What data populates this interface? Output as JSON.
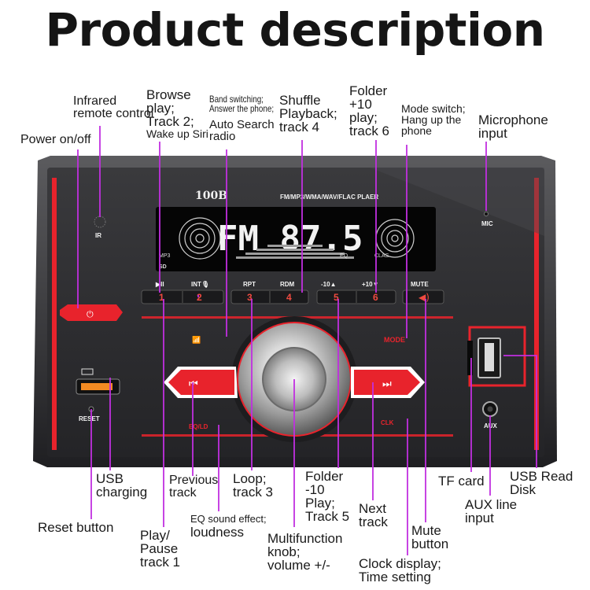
{
  "title": "Product description",
  "device": {
    "model": "100B",
    "formats": "FM/MP3/WMA/WAV/FLAC PLAER",
    "display_text": "FM  87.5",
    "lcd_mp3": "MP3",
    "lcd_eq": "EQ",
    "lcd_clas": "CLAS",
    "ir_label": "IR",
    "mic_label": "MIC",
    "aux_label": "AUX",
    "reset_label": "RESET",
    "preset_labels": [
      "▶II",
      "INT🎙",
      "RPT",
      "RDM",
      "-10▲",
      "+10▼",
      "MUTE"
    ],
    "preset_numbers": [
      "1",
      "2",
      "3",
      "4",
      "5",
      "6"
    ]
  },
  "labels": {
    "infrared": "Infrared\nremote control",
    "power": "Power on/off",
    "browse": "Browse\nplay;\nTrack 2;",
    "wake_siri": "Wake up Siri",
    "band": "Band switching;\nAnswer the phone;",
    "auto_search": "Auto Search\nradio",
    "shuffle": "Shuffle\nPlayback;\ntrack 4",
    "folder_plus": "Folder\n+10\nplay;\ntrack 6",
    "mode": "Mode switch;\nHang up the\nphone",
    "microphone": "Microphone\ninput",
    "usb_charging": "USB\ncharging",
    "reset": "Reset button",
    "previous": "Previous\ntrack",
    "eq": "EQ sound effect;",
    "loudness": "loudness",
    "play_pause": "Play/\nPause\ntrack 1",
    "loop": "Loop;\ntrack 3",
    "multifunction": "Multifunction\nknob;\nvolume +/-",
    "folder_minus": "Folder\n-10\nPlay;\nTrack 5",
    "next": "Next\ntrack",
    "mute": "Mute\nbutton",
    "clock": "Clock display;\nTime setting",
    "tf_card": "TF card",
    "aux_line": "AUX line\ninput",
    "usb_read": "USB Read\nDisk"
  },
  "colors": {
    "accent_red": "#e8232c",
    "leader_line": "#c12fe0",
    "body_dark": "#2b2b2e",
    "lcd_bg": "#050505"
  }
}
